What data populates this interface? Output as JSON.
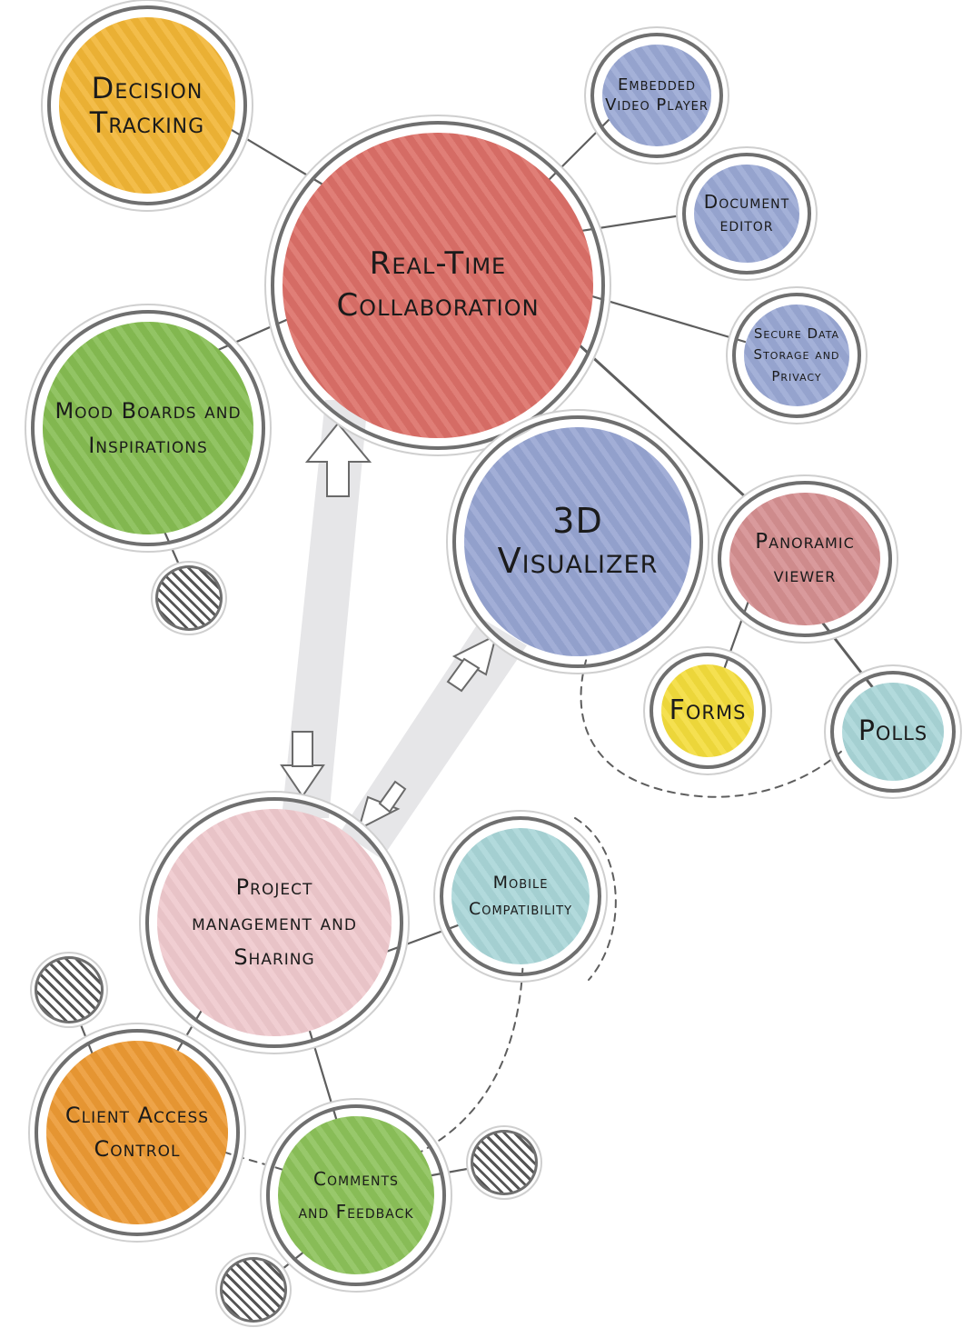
{
  "nodes": {
    "decision_tracking": {
      "lines": [
        "Decision",
        "Tracking"
      ],
      "color": "#f2b636"
    },
    "real_time_collaboration": {
      "lines": [
        "Real-Time",
        "Collaboration"
      ],
      "color": "#dc7068"
    },
    "embedded_video_player": {
      "lines": [
        "Embedded",
        "Video Player"
      ],
      "color": "#9aa8d4"
    },
    "document_editor": {
      "lines": [
        "Document",
        "editor"
      ],
      "color": "#9aa8d4"
    },
    "secure_data_storage": {
      "lines": [
        "Secure Data",
        "Storage and",
        "Privacy"
      ],
      "color": "#9aa8d4"
    },
    "mood_boards": {
      "lines": [
        "Mood Boards and",
        "Inspirations"
      ],
      "color": "#86bd52"
    },
    "visualizer_3d": {
      "lines": [
        "3D",
        "Visualizer"
      ],
      "color": "#97a5d2"
    },
    "panoramic_viewer": {
      "lines": [
        "Panoramic",
        "viewer"
      ],
      "color": "#d58f91"
    },
    "forms": {
      "lines": [
        "Forms"
      ],
      "color": "#f4dd3c"
    },
    "polls": {
      "lines": [
        "Polls"
      ],
      "color": "#a9d6d8"
    },
    "project_management": {
      "lines": [
        "Project",
        "management and",
        "Sharing"
      ],
      "color": "#efc9cd"
    },
    "mobile_compatibility": {
      "lines": [
        "Mobile",
        "Compatibility"
      ],
      "color": "#a9d6d8"
    },
    "client_access_control": {
      "lines": [
        "Client Access",
        "Control"
      ],
      "color": "#ec9a34"
    },
    "comments_feedback": {
      "lines": [
        "Comments",
        "and Feedback"
      ],
      "color": "#8cc25a"
    }
  }
}
